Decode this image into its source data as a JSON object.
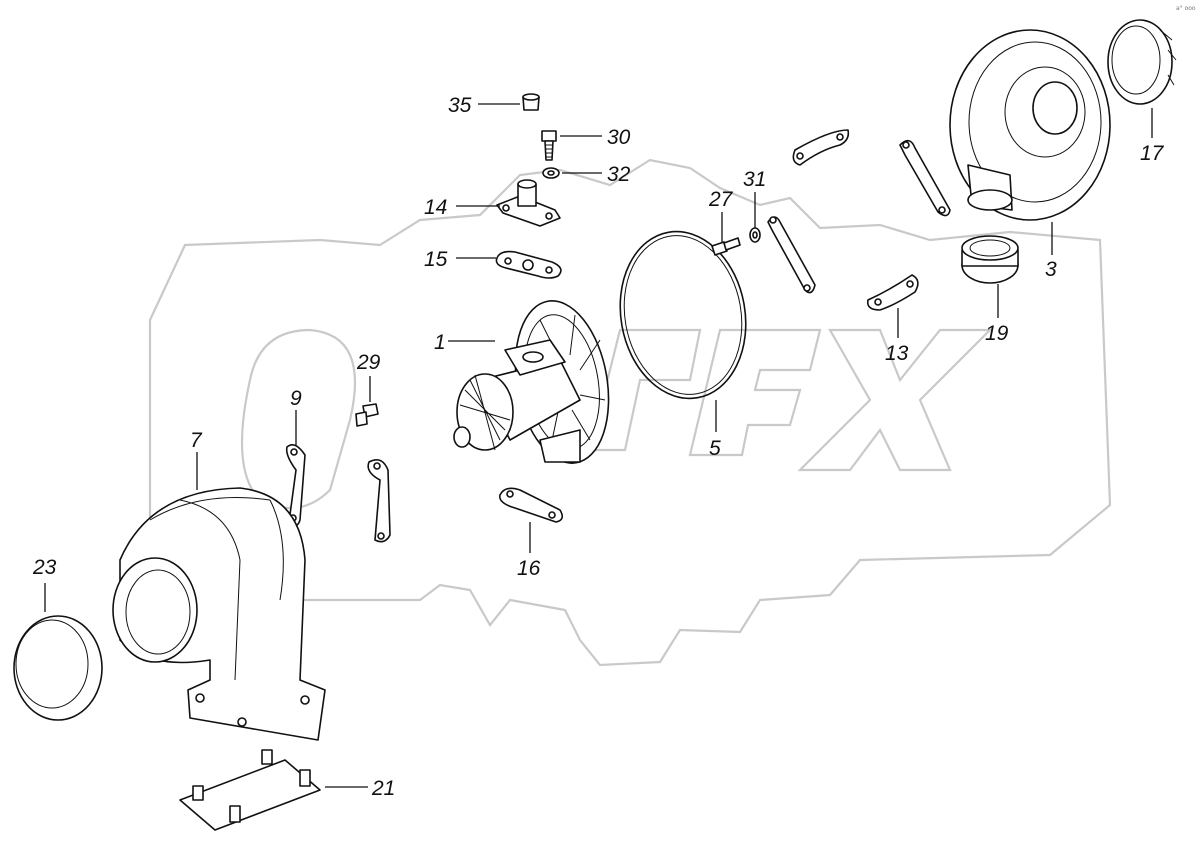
{
  "watermark_text": "OPEX",
  "corner_mark": "a° ooo",
  "callouts": [
    {
      "id": "35",
      "label": "35"
    },
    {
      "id": "30",
      "label": "30"
    },
    {
      "id": "32",
      "label": "32"
    },
    {
      "id": "14",
      "label": "14"
    },
    {
      "id": "15",
      "label": "15"
    },
    {
      "id": "1",
      "label": "1"
    },
    {
      "id": "29",
      "label": "29"
    },
    {
      "id": "9",
      "label": "9"
    },
    {
      "id": "7",
      "label": "7"
    },
    {
      "id": "23",
      "label": "23"
    },
    {
      "id": "21",
      "label": "21"
    },
    {
      "id": "16",
      "label": "16"
    },
    {
      "id": "5",
      "label": "5"
    },
    {
      "id": "27",
      "label": "27"
    },
    {
      "id": "31",
      "label": "31"
    },
    {
      "id": "13",
      "label": "13"
    },
    {
      "id": "19",
      "label": "19"
    },
    {
      "id": "3",
      "label": "3"
    },
    {
      "id": "17",
      "label": "17"
    }
  ]
}
